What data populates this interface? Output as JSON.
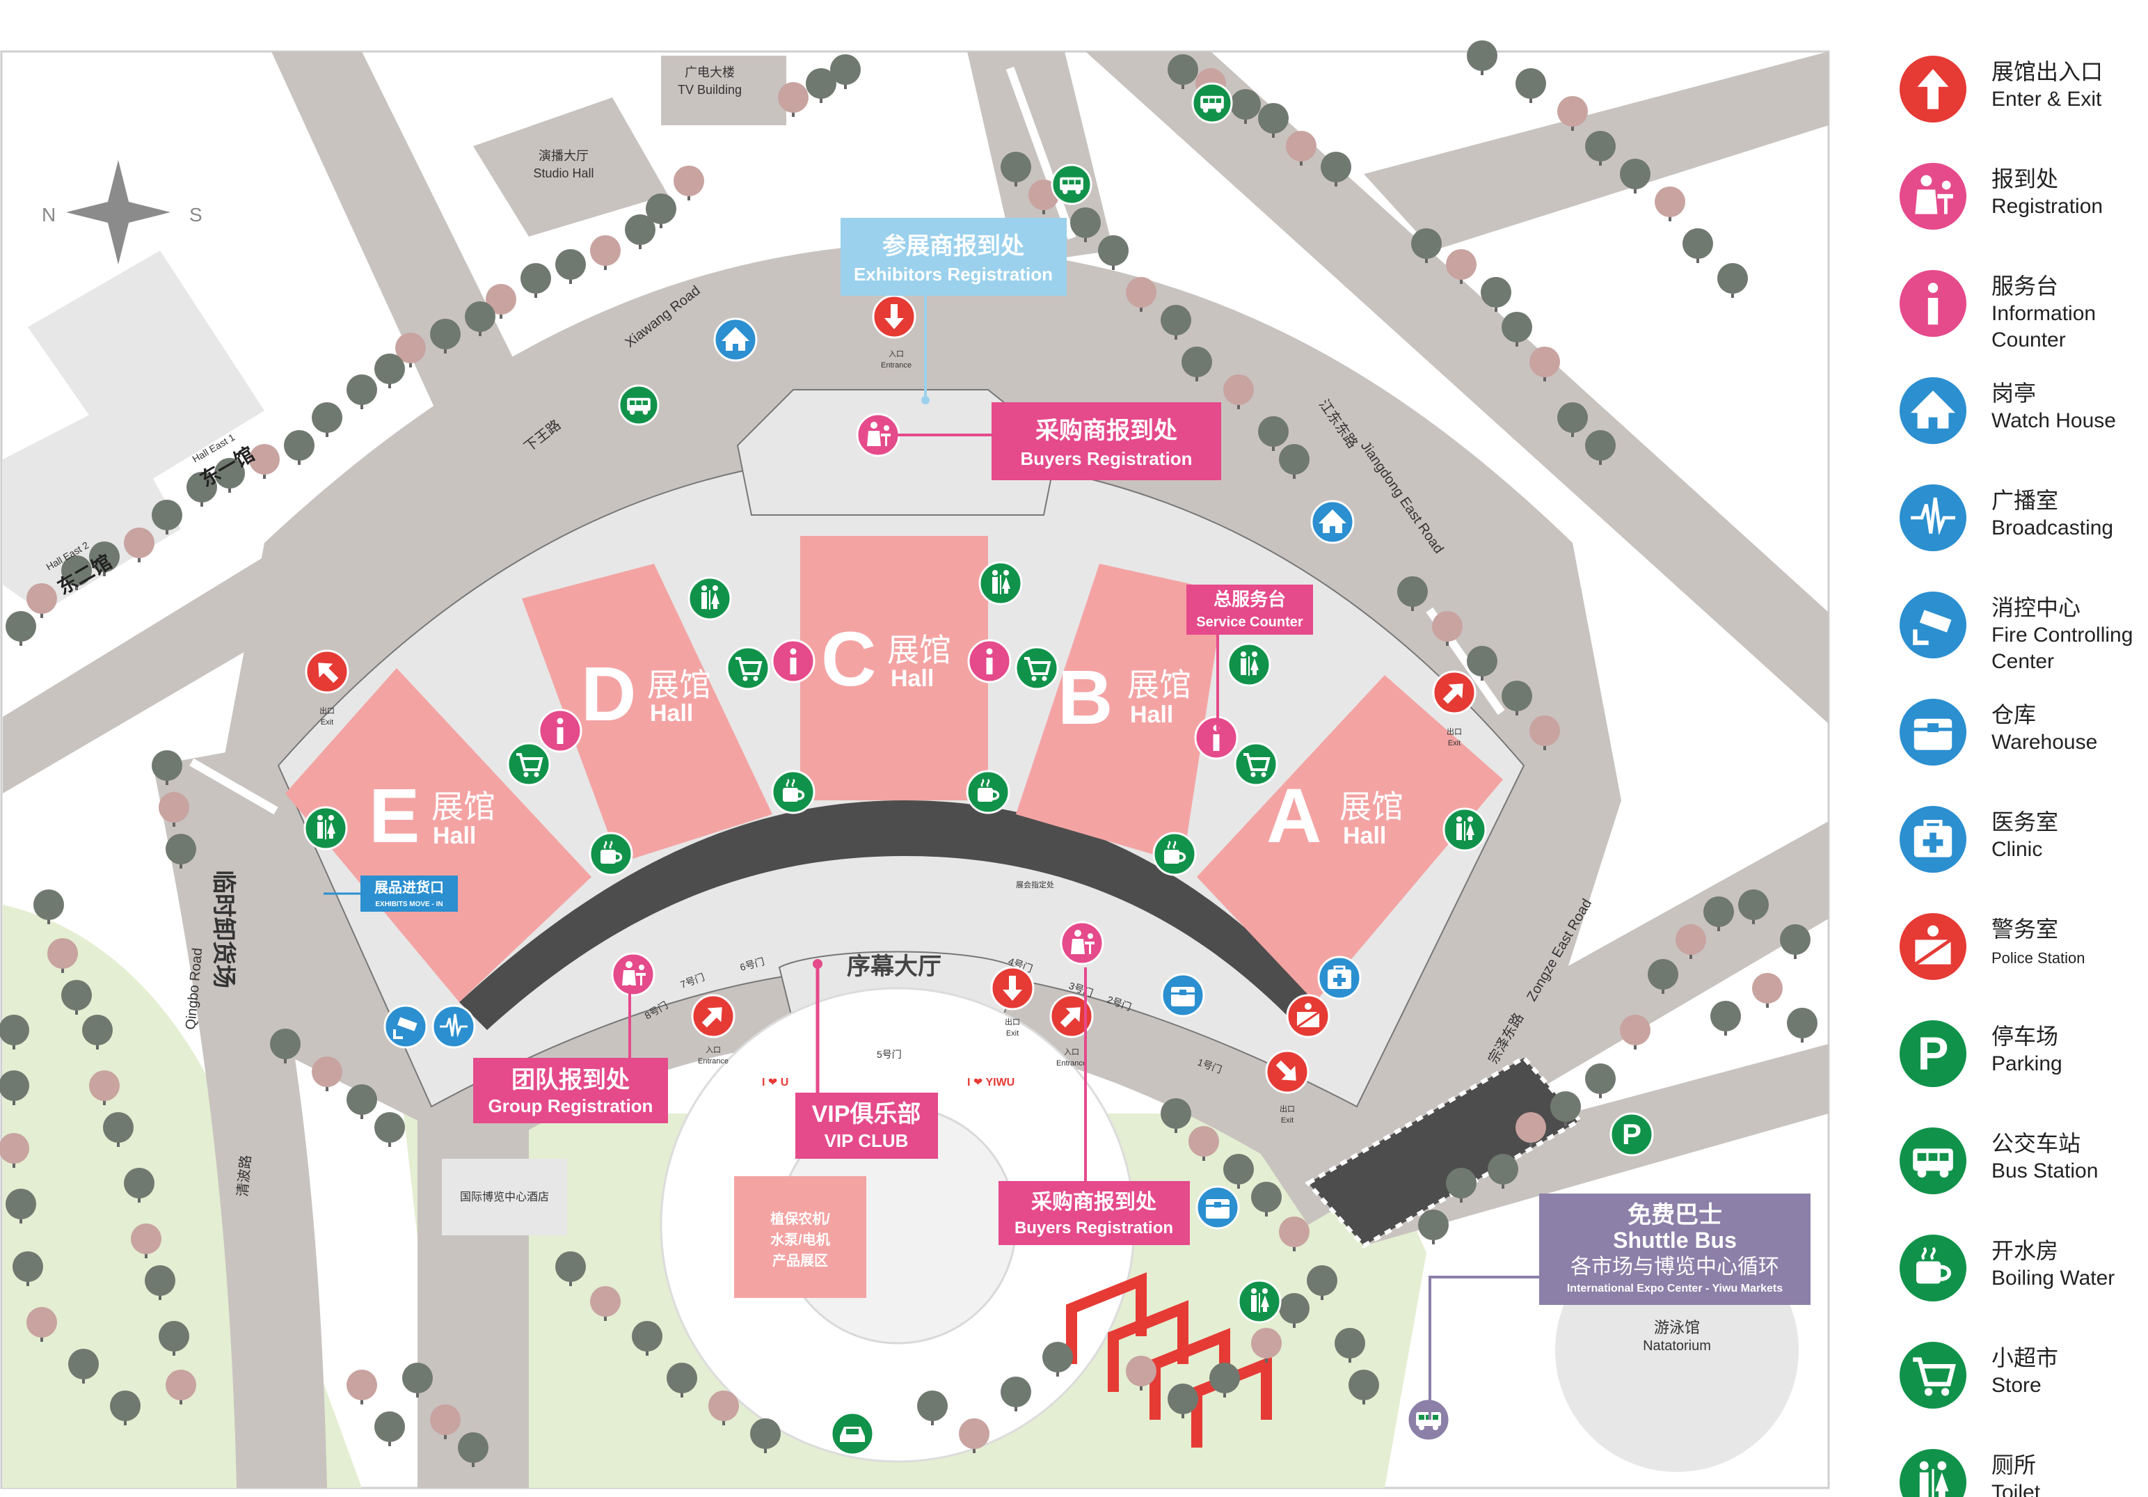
{
  "colors": {
    "road": "#c9c3c0",
    "ground": "#e7e7e7",
    "hall": "#f4a3a3",
    "corridor": "#4d4d4d",
    "park": "#e4eed2",
    "tree_green": "#70796f",
    "tree_pink": "#c8a3a0",
    "red": "#e63a35",
    "magenta": "#e54a8b",
    "blue": "#2b8fd0",
    "green": "#11924a",
    "purple": "#8c7fa8",
    "light_blue_callout": "#9bd1ec"
  },
  "compass": {
    "north": "N",
    "south": "S"
  },
  "halls": {
    "a": {
      "letter": "A",
      "cn": "展馆",
      "en": "Hall"
    },
    "b": {
      "letter": "B",
      "cn": "展馆",
      "en": "Hall"
    },
    "c": {
      "letter": "C",
      "cn": "展馆",
      "en": "Hall"
    },
    "d": {
      "letter": "D",
      "cn": "展馆",
      "en": "Hall"
    },
    "e": {
      "letter": "E",
      "cn": "展馆",
      "en": "Hall"
    }
  },
  "callouts": {
    "exhibitors_registration": {
      "cn": "参展商报到处",
      "en": "Exhibitors Registration"
    },
    "buyers_registration_top": {
      "cn": "采购商报到处",
      "en": "Buyers Registration"
    },
    "buyers_registration_bottom": {
      "cn": "采购商报到处",
      "en": "Buyers Registration"
    },
    "service_counter": {
      "cn": "总服务台",
      "en": "Service Counter"
    },
    "group_registration": {
      "cn": "团队报到处",
      "en": "Group Registration"
    },
    "vip_club": {
      "cn": "VIP俱乐部",
      "en": "VIP CLUB"
    },
    "exhibits_move_in": {
      "cn": "展品进货口",
      "en": "EXHIBITS MOVE - IN"
    },
    "shuttle_bus": {
      "cn": "免费巴士",
      "en": "Shuttle Bus",
      "route_cn": "各市场与博览中心循环",
      "route_en": "International Expo Center - Yiwu Markets"
    }
  },
  "entrances": {
    "top": {
      "cn": "入口",
      "en": "Entrance"
    },
    "left_exit": {
      "cn": "出口",
      "en": "Exit"
    },
    "right_exit": {
      "cn": "出口",
      "en": "Exit"
    },
    "bottom_left_entrance": {
      "cn": "入口",
      "en": "Entrance"
    },
    "bottom_center_exit": {
      "cn": "出口",
      "en": "Exit"
    },
    "bottom_right_entrance": {
      "cn": "入口",
      "en": "Entrance"
    },
    "bottom_far_exit": {
      "cn": "出口",
      "en": "Exit"
    }
  },
  "buildings": {
    "tv_building": {
      "cn": "广电大楼",
      "en": "TV Building"
    },
    "studio_hall": {
      "cn": "演播大厅",
      "en": "Studio Hall"
    },
    "hall_east_1": {
      "cn": "东一馆",
      "en": "Hall East 1"
    },
    "hall_east_2": {
      "cn": "东二馆",
      "en": "Hall East 2"
    },
    "natatorium": {
      "cn": "游泳馆",
      "en": "Natatorium"
    },
    "expo_hotel": {
      "cn": "国际博览中心酒店"
    },
    "agri_zone": {
      "line1": "植保农机/",
      "line2": "水泵/电机",
      "line3": "产品展区"
    },
    "lobby": {
      "cn": "序幕大厅"
    },
    "temp_unload": {
      "cn": "临时卸货场"
    },
    "small_label": {
      "cn": "展会指定处"
    }
  },
  "roads": {
    "xiawang": {
      "cn": "下王路",
      "en": "Xiawang Road"
    },
    "jiangdong": {
      "cn": "江东东路",
      "en": "Jiangdong East Road"
    },
    "zongze": {
      "cn": "宗泽东路",
      "en": "Zongze East Road"
    },
    "qingbo": {
      "cn": "清波路",
      "en": "Qingbo Road"
    }
  },
  "gates": {
    "g1": "1号门",
    "g2": "2号门",
    "g3": "3号门",
    "g4": "4号门",
    "g5": "5号门",
    "g6": "6号门",
    "g7": "7号门",
    "g8": "8号门"
  },
  "plaza_signs": {
    "left": "I ❤ U",
    "right": "I ❤ YIWU"
  },
  "legend": [
    {
      "icon": "arrow-up-icon",
      "color": "#e63a35",
      "cn": "展馆出入口",
      "en": "Enter & Exit"
    },
    {
      "icon": "registration-icon",
      "color": "#e54a8b",
      "cn": "报到处",
      "en": "Registration"
    },
    {
      "icon": "info-icon",
      "color": "#e54a8b",
      "cn": "服务台",
      "en": "Information",
      "en2": "Counter"
    },
    {
      "icon": "watch-house-icon",
      "color": "#2b8fd0",
      "cn": "岗亭",
      "en": "Watch House"
    },
    {
      "icon": "broadcast-icon",
      "color": "#2b8fd0",
      "cn": "广播室",
      "en": "Broadcasting"
    },
    {
      "icon": "camera-icon",
      "color": "#2b8fd0",
      "cn": "消控中心",
      "en": "Fire Controlling",
      "en2": "Center"
    },
    {
      "icon": "warehouse-icon",
      "color": "#2b8fd0",
      "cn": "仓库",
      "en": "Warehouse"
    },
    {
      "icon": "clinic-icon",
      "color": "#2b8fd0",
      "cn": "医务室",
      "en": "Clinic"
    },
    {
      "icon": "police-icon",
      "color": "#e63a35",
      "cn": "警务室",
      "en": "Police Station"
    },
    {
      "icon": "parking-icon",
      "color": "#11924a",
      "cn": "停车场",
      "en": "Parking"
    },
    {
      "icon": "bus-icon",
      "color": "#11924a",
      "cn": "公交车站",
      "en": "Bus Station"
    },
    {
      "icon": "cup-icon",
      "color": "#11924a",
      "cn": "开水房",
      "en": "Boiling Water"
    },
    {
      "icon": "cart-icon",
      "color": "#11924a",
      "cn": "小超市",
      "en": "Store"
    },
    {
      "icon": "toilet-icon",
      "color": "#11924a",
      "cn": "厕所",
      "en": "Toilet"
    }
  ]
}
